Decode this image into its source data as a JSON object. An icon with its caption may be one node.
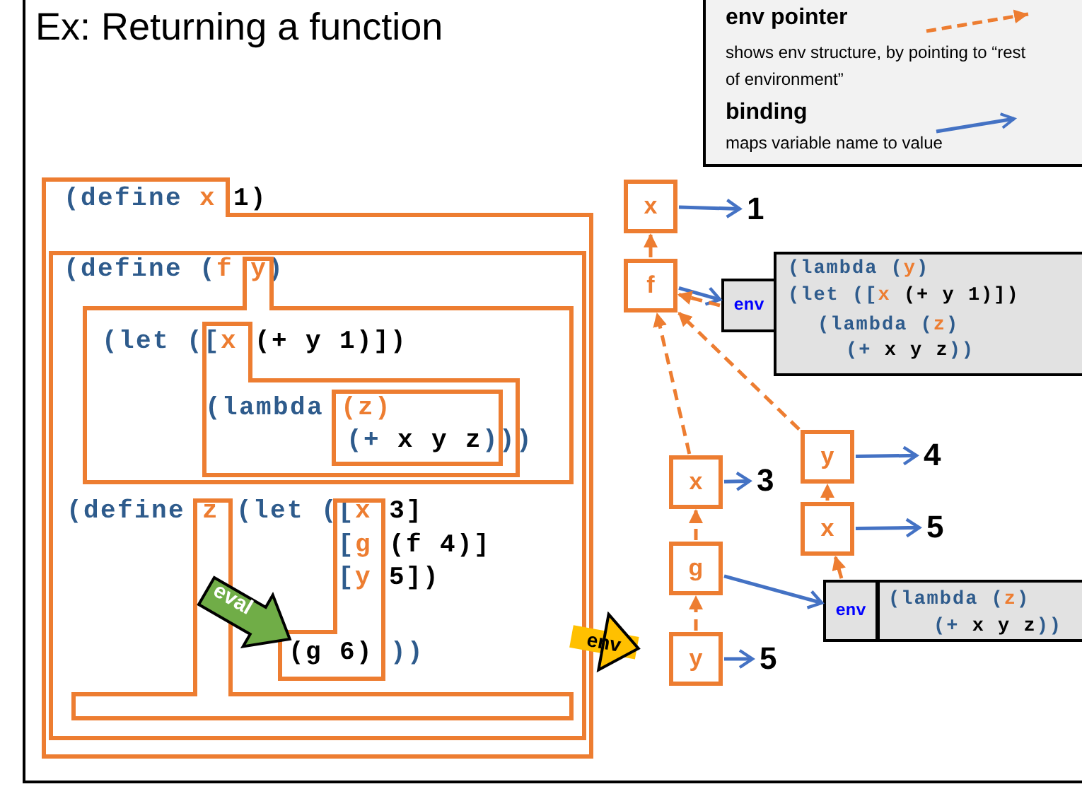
{
  "diagram": {
    "title": "Ex: Returning a function",
    "nodes": [
      {
        "text": [
          "x"
        ]
      },
      {
        "text": [
          "1"
        ]
      },
      {
        "text": [
          "f"
        ]
      },
      {
        "text": [
          "env"
        ]
      },
      {
        "text": [
          "(lambda (*y*)",
          "(let ([*x* **(+ y 1)])**",
          "(lambda (*z*)",
          "(+ **x y z**))"
        ]
      },
      {
        "text": [
          "x"
        ]
      },
      {
        "text": [
          "3"
        ]
      },
      {
        "text": [
          "g"
        ]
      },
      {
        "text": [
          "y"
        ]
      },
      {
        "text": [
          "5"
        ]
      },
      {
        "text": [
          "y"
        ]
      },
      {
        "text": [
          "4"
        ]
      },
      {
        "text": [
          "x"
        ]
      },
      {
        "text": [
          "5"
        ]
      },
      {
        "text": [
          "env"
        ]
      },
      {
        "text": [
          "(lambda (*z*)",
          "(+ **x y z**))"
        ]
      }
    ],
    "edges": [
      {
        "from": 0,
        "to": 1,
        "arrow": "to",
        "color": "#4472c4"
      },
      {
        "from": 2,
        "to": 3,
        "arrow": "to",
        "color": "#4472c4"
      },
      {
        "from": 2,
        "to": 0,
        "arrow": "to",
        "style": "dashed",
        "color": "#ed7d31"
      },
      {
        "from": 3,
        "to": 2,
        "arrow": "to",
        "style": "dashed",
        "color": "#ed7d31"
      },
      {
        "from": 5,
        "to": 2,
        "arrow": "to",
        "style": "dashed",
        "color": "#ed7d31"
      },
      {
        "from": 10,
        "to": 2,
        "arrow": "to",
        "style": "dashed",
        "color": "#ed7d31"
      },
      {
        "from": 5,
        "to": 6,
        "arrow": "to",
        "color": "#4472c4"
      },
      {
        "from": 7,
        "to": 5,
        "arrow": "to",
        "style": "dashed",
        "color": "#ed7d31"
      },
      {
        "from": 7,
        "to": 14,
        "arrow": "to",
        "color": "#4472c4"
      },
      {
        "from": 8,
        "to": 7,
        "arrow": "to",
        "style": "dashed",
        "color": "#ed7d31"
      },
      {
        "from": 8,
        "to": 9,
        "arrow": "to",
        "color": "#4472c4"
      },
      {
        "from": 10,
        "to": 11,
        "arrow": "to",
        "color": "#4472c4"
      },
      {
        "from": 12,
        "to": 10,
        "arrow": "to",
        "style": "dashed",
        "color": "#ed7d31"
      },
      {
        "from": 12,
        "to": 13,
        "arrow": "to",
        "color": "#4472c4"
      },
      {
        "from": 14,
        "to": 12,
        "arrow": "to",
        "style": "dashed",
        "color": "#ed7d31"
      },
      {
        "from": null,
        "to": 8,
        "arrow": "to",
        "label": "env",
        "style": "thick",
        "color": "#ffc000"
      }
    ],
    "labels": [
      "(define *x* **1)**",
      "(define (*f* *y*)",
      "(let ([*x* **(+ y 1)])**",
      "(lambda *(z)*",
      "(+ **x y z**)))",
      "(define *z* (let ([*x* **3]**",
      "[*g* **(f 4)]**",
      "[*y* **5])**",
      "**(g 6)** ))",
      "eval",
      "shows env structure, by pointing to “rest of environment”",
      "maps variable name to value"
    ],
    "legend": [
      {
        "text": "env pointer"
      },
      {
        "text": "binding"
      }
    ]
  }
}
